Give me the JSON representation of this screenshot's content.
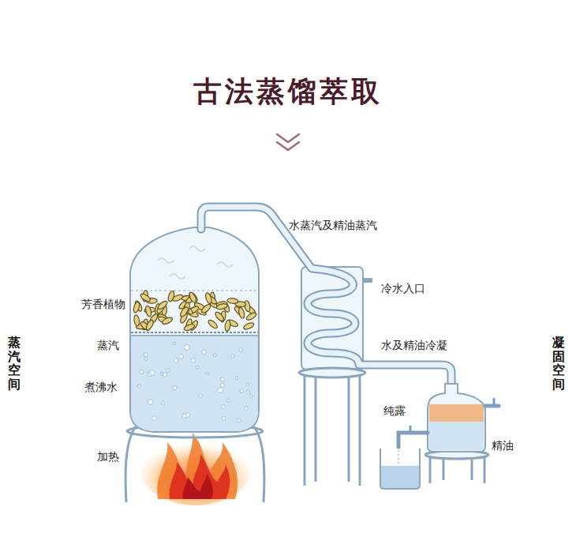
{
  "diagram": {
    "title": "古法蒸馏萃取",
    "labels": [
      "水蒸汽及精油蒸汽",
      "冷水入口",
      "芳香植物",
      "蒸汽",
      "蒸汽空间",
      "凝固空间",
      "水及精油冷凝",
      "煮沸水",
      "纯露",
      "精油",
      "加热"
    ]
  }
}
